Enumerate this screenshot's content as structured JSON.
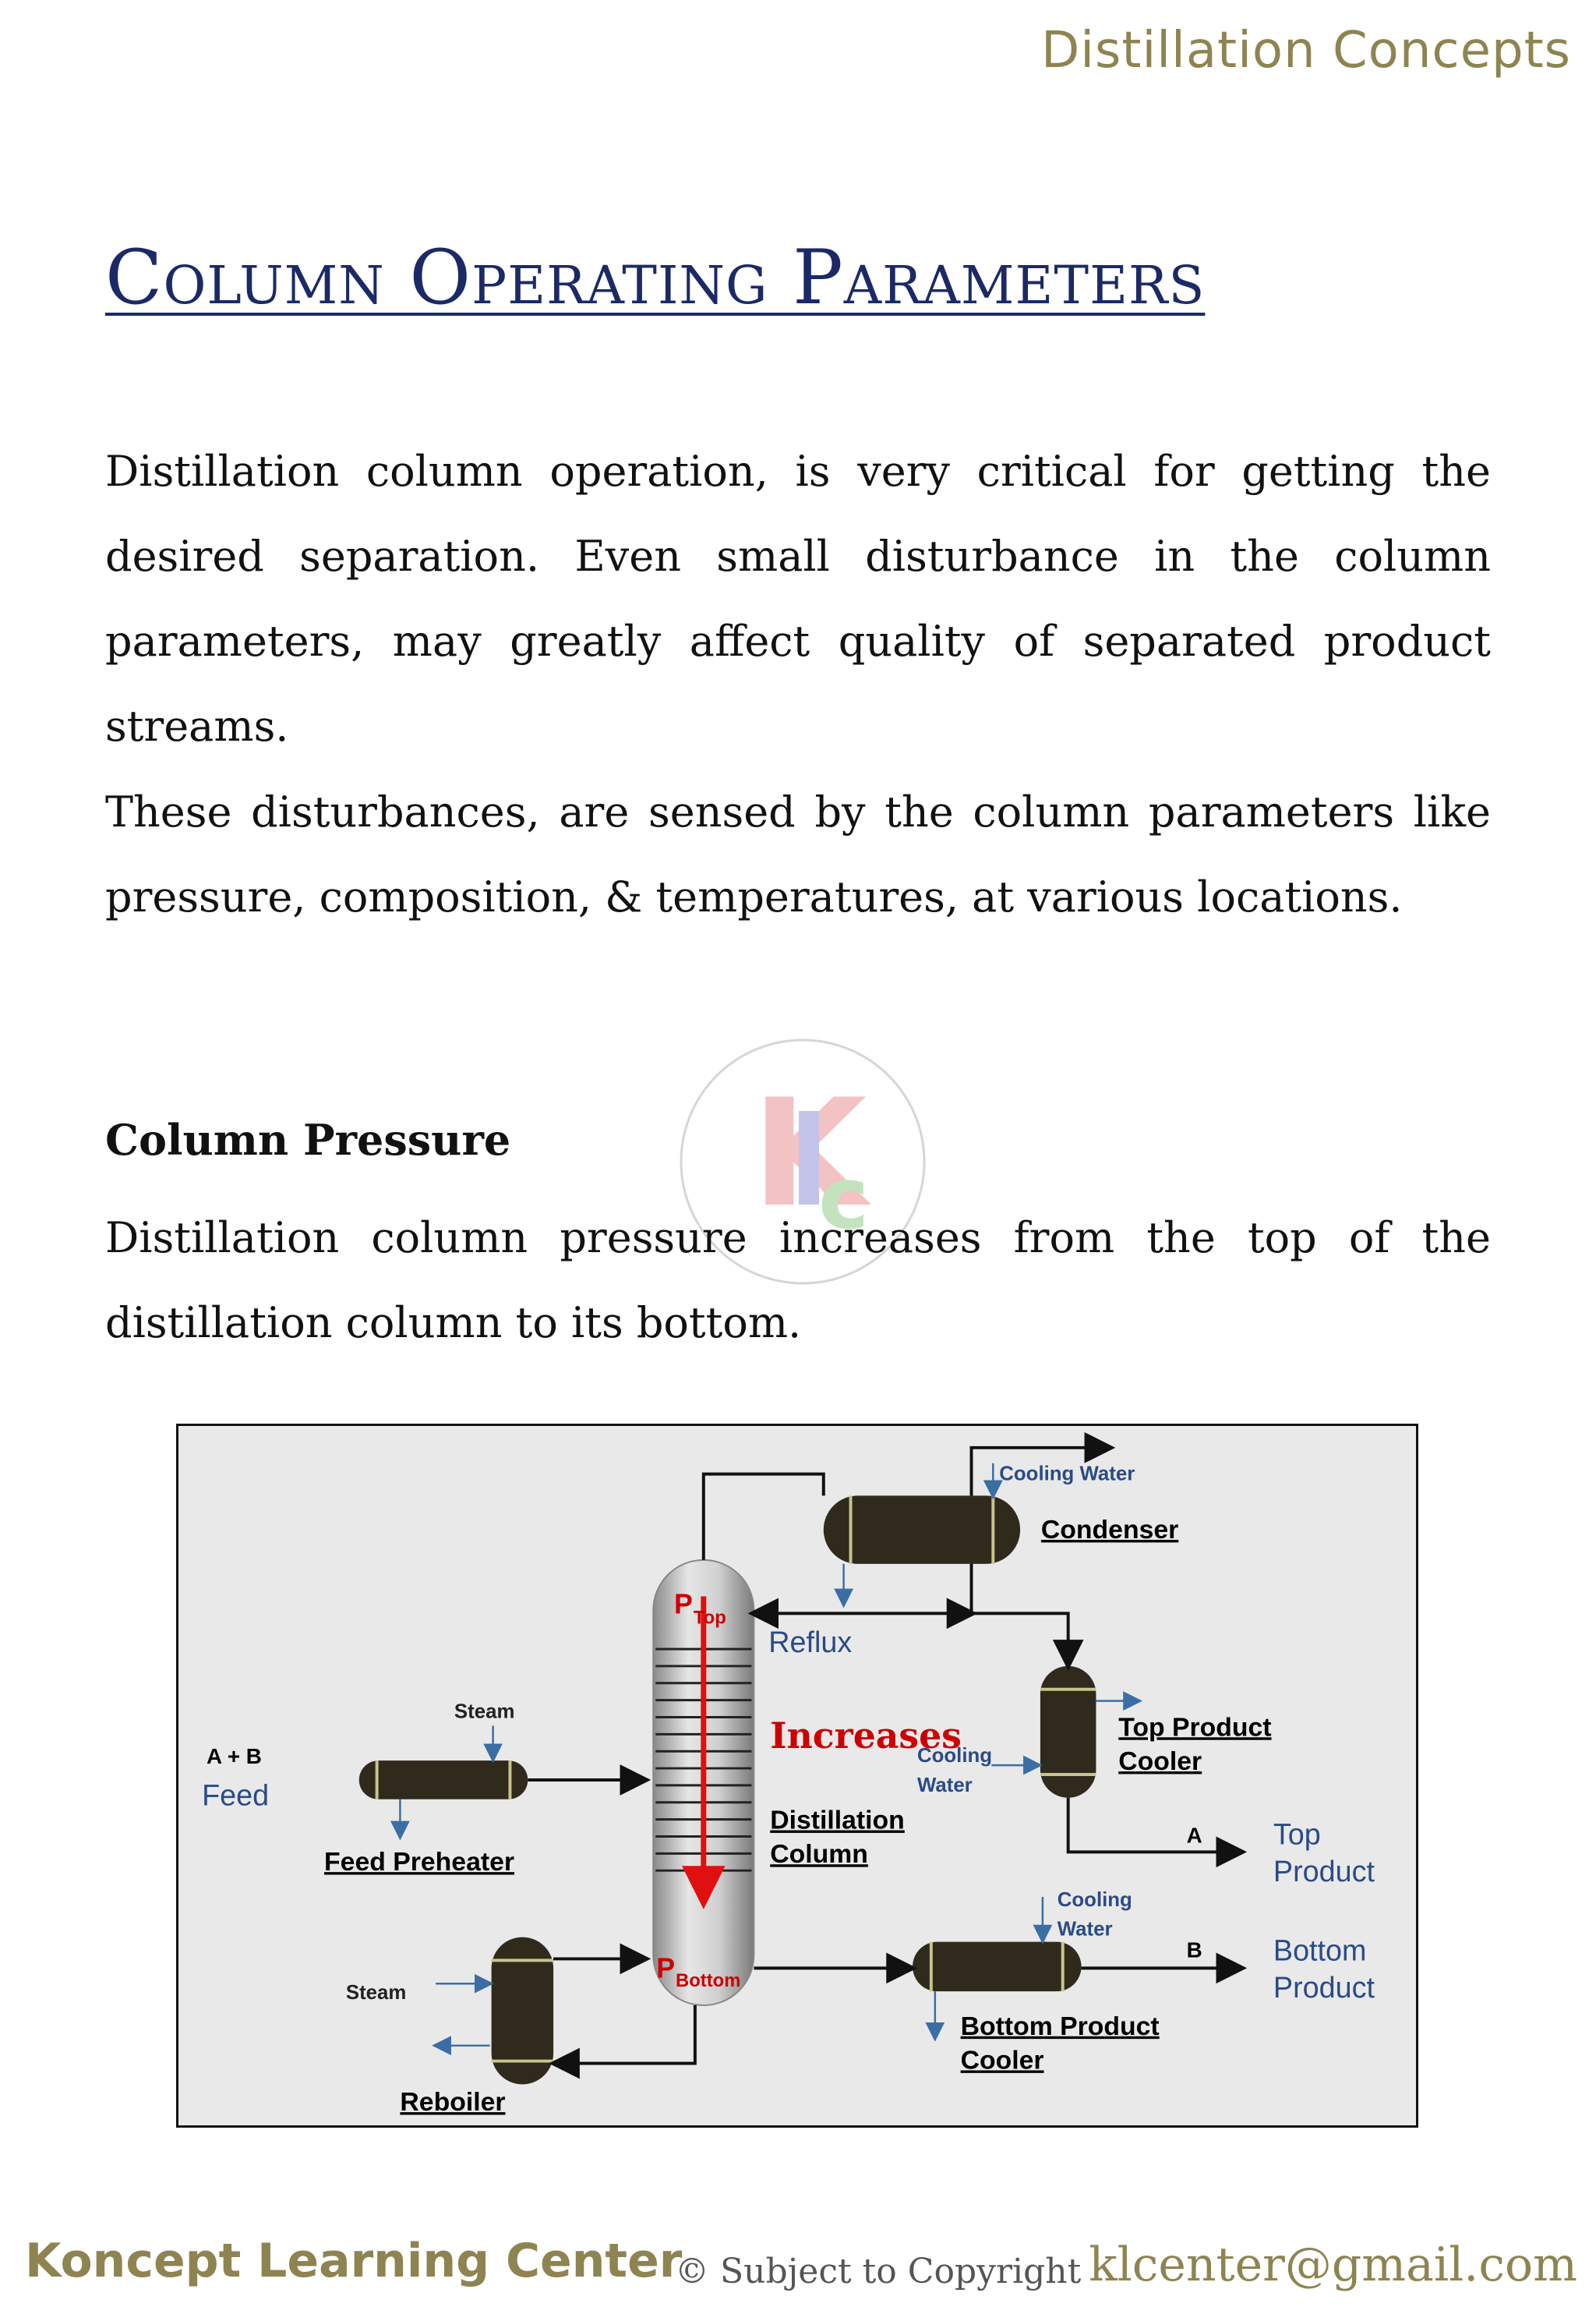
{
  "header": {
    "title": "Distillation Concepts"
  },
  "section_title": "Column Operating Parameters",
  "paragraphs": [
    "Distillation column operation, is very critical for getting the desired separation. Even small disturbance in the column parameters, may greatly affect quality of  separated product streams.",
    "These disturbances, are sensed by the column parameters like pressure, composition,  & temperatures, at various locations."
  ],
  "subheading": "Column Pressure",
  "pressure_text": "Distillation column pressure increases from the top of the distillation column to its bottom.",
  "diagram": {
    "ptop_p": "P",
    "ptop_sub": "Top",
    "pbottom_p": "P",
    "pbottom_sub": "Bottom",
    "increases": "Increases",
    "reflux": "Reflux",
    "column_label_1": "Distillation",
    "column_label_2": "Column",
    "condenser": "Condenser",
    "cooling_water_condenser": "Cooling Water",
    "top_product_cooler_1": "Top Product",
    "top_product_cooler_2": "Cooler",
    "cooling_1": "Cooling",
    "water_1": "Water",
    "stream_a": "A",
    "top_product_1": "Top",
    "top_product_2": "Product",
    "cooling_2": "Cooling",
    "water_2": "Water",
    "stream_b": "B",
    "bottom_product_1": "Bottom",
    "bottom_product_2": "Product",
    "bottom_product_cooler_1": "Bottom Product",
    "bottom_product_cooler_2": "Cooler",
    "feed_components": "A + B",
    "feed": "Feed",
    "steam_preheater": "Steam",
    "feed_preheater": "Feed Preheater",
    "steam_reboiler": "Steam",
    "reboiler": "Reboiler"
  },
  "watermark_text": "KLC",
  "footer": {
    "left": "Koncept Learning Center",
    "middle": "© Subject to Copyright",
    "right": "klcenter@gmail.com"
  },
  "colors": {
    "accent_olive": "#8e8451",
    "title_navy": "#1b2a66",
    "increase_red": "#cc0000",
    "label_blue": "#2b4b86"
  }
}
